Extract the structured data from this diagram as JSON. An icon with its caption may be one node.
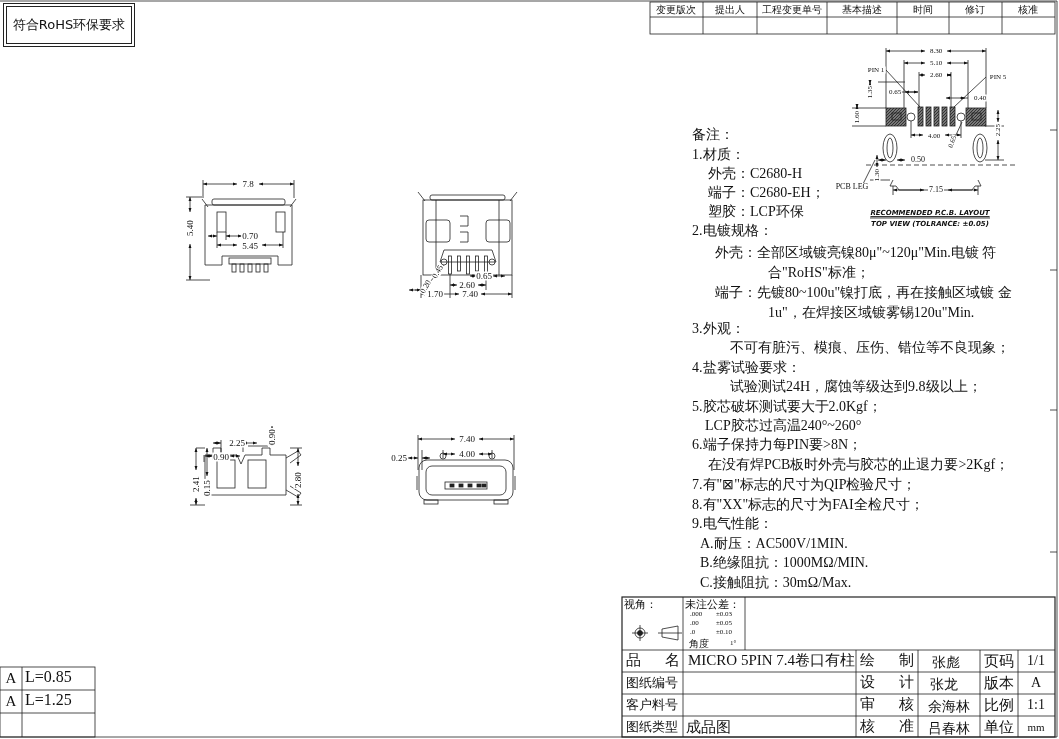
{
  "diagram": {
    "labels": [
      "符合RoHS环保要求",
      "变更版次",
      "提出人",
      "工程变更单号",
      "基本描述",
      "时间",
      "修订",
      "核准",
      "8.30",
      "5.10",
      "PIN 1",
      "2.60",
      "PIN 5",
      "1.35",
      "0.65",
      "0.40",
      "1.60",
      "4.00",
      "0.65",
      "2.25",
      "0.50",
      "1.30",
      "PCB LEG",
      "7.15",
      "RECOMMENDED P.C.B. LAYOUT",
      "TOP VIEW (TOLRANCE: ±0.05)",
      "备注：",
      "1.材质：",
      "外壳：C2680-H",
      "端子：C2680-EH；",
      "塑胶：LCP环保",
      "2.电镀规格：",
      "外壳：全部区域镀亮镍80μ\"~120μ\"Min.电镀 符合\"RoHS\"标准；",
      "端子：先镀80~100u\"镍打底，再在接触区域镀 金1u\"，在焊接区域镀雾锡120u\"Min.",
      "3.外观：",
      "不可有脏污、模痕、压伤、错位等不良现象；",
      "4.盐雾试验要求：",
      "试验测试24H，腐蚀等级达到9.8级以上；",
      "5.胶芯破坏测试要大于2.0Kgf；",
      "LCP胶芯过高温240°~260°",
      "6.端子保持力每PIN要>8N；",
      "在没有焊PCB板时外壳与胶芯的止退力要>2Kgf；",
      "7.有\"⊠\"标志的尺寸为QIP检验尺寸；",
      "8.有\"XX\"标志的尺寸为FAI全检尺寸；",
      "9.电气性能：",
      "A.耐压：AC500V/1MIN.",
      "B.绝缘阻抗：1000MΩ/MIN.",
      "C.接触阻抗：30mΩ/Max.",
      "7.8",
      "5.40",
      "0.70",
      "5.45",
      "0.45",
      "0.20",
      "0.65",
      "2.60",
      "1.70",
      "7.40",
      "2.25",
      "0.90",
      "0.90",
      "2.41",
      "0.15",
      "2.80",
      "0.25",
      "7.40",
      "4.00",
      "视角：",
      "未注公差：",
      ".000",
      "±0.03",
      ".00",
      "±0.05",
      ".0",
      "±0.10",
      "角度",
      "1°",
      "品 名",
      "MICRO 5PIN 7.4卷口有柱",
      "绘 制",
      "张彪",
      "页码",
      "1/1",
      "图纸编号",
      "设 计",
      "张龙",
      "版本",
      "A",
      "客户料号",
      "审 核",
      "余海林",
      "比例",
      "1:1",
      "图纸类型",
      "成品图",
      "核 准",
      "吕春林",
      "单位",
      "mm",
      "A",
      "L=0.85",
      "A",
      "L=1.25"
    ]
  }
}
